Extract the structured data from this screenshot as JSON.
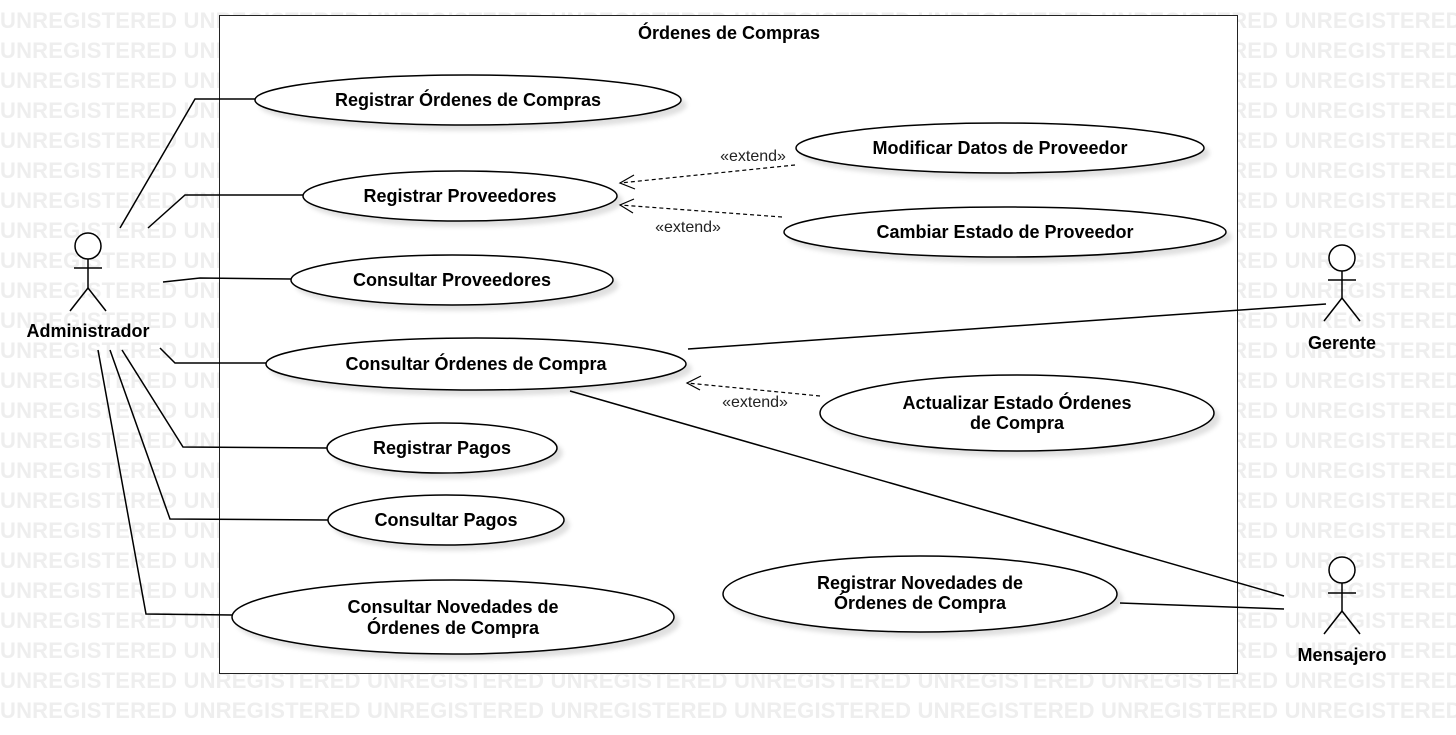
{
  "watermark": "UNREGISTERED",
  "system": {
    "title": "Órdenes de Compras"
  },
  "actors": {
    "administrador": "Administrador",
    "gerente": "Gerente",
    "mensajero": "Mensajero"
  },
  "use_cases": {
    "registrar_ordenes": "Registrar Órdenes de Compras",
    "registrar_proveedores": "Registrar Proveedores",
    "consultar_proveedores": "Consultar Proveedores",
    "consultar_ordenes": "Consultar Órdenes de Compra",
    "registrar_pagos": "Registrar Pagos",
    "consultar_pagos": "Consultar Pagos",
    "consultar_novedades": [
      "Consultar Novedades de",
      "Órdenes de Compra"
    ],
    "modificar_proveedor": "Modificar Datos de Proveedor",
    "cambiar_estado": "Cambiar Estado de Proveedor",
    "actualizar_estado": [
      "Actualizar Estado Órdenes",
      "de Compra"
    ],
    "registrar_novedades": [
      "Registrar Novedades de",
      "Órdenes de Compra"
    ]
  },
  "relations": {
    "extend_label": "«extend»"
  }
}
